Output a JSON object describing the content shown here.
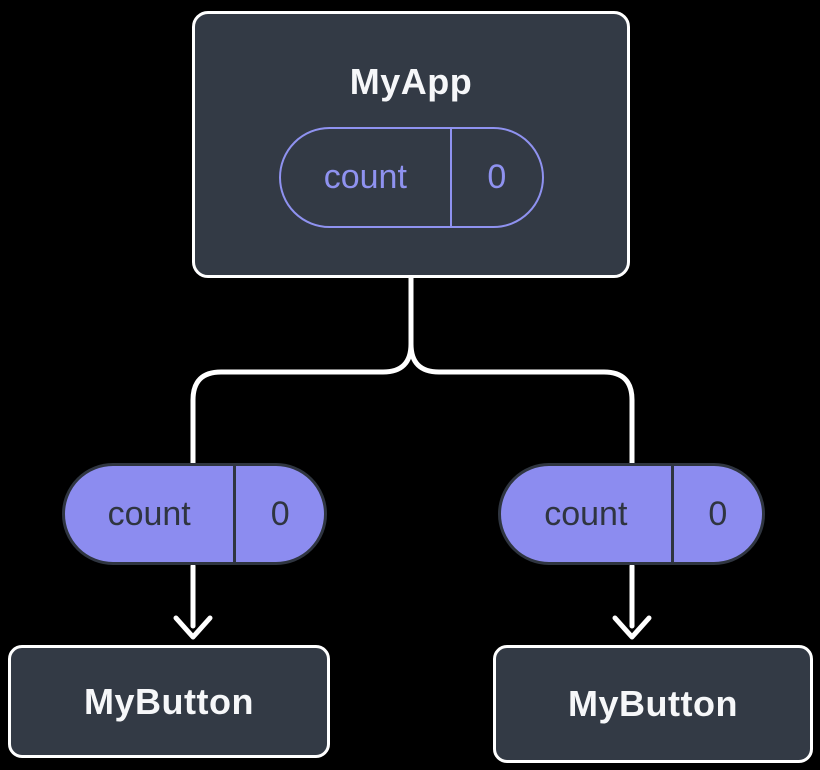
{
  "diagram": {
    "root": {
      "label": "MyApp",
      "state_pill": {
        "name": "count",
        "value": "0"
      }
    },
    "left_child": {
      "prop_pill": {
        "name": "count",
        "value": "0"
      },
      "label": "MyButton"
    },
    "right_child": {
      "prop_pill": {
        "name": "count",
        "value": "0"
      },
      "label": "MyButton"
    }
  },
  "icons": {
    "arrow_down_left": "arrow-down-icon",
    "arrow_down_right": "arrow-down-icon"
  },
  "theme": {
    "bg": "#000000",
    "node-fill": "#333A45",
    "node-border": "#FFFFFF",
    "node-text": "#F6F7F9",
    "purple": "#8C8CF0",
    "purple-outline": "#8F92F0",
    "pill-dark": "#2F3540",
    "connector": "#FFFFFF"
  }
}
